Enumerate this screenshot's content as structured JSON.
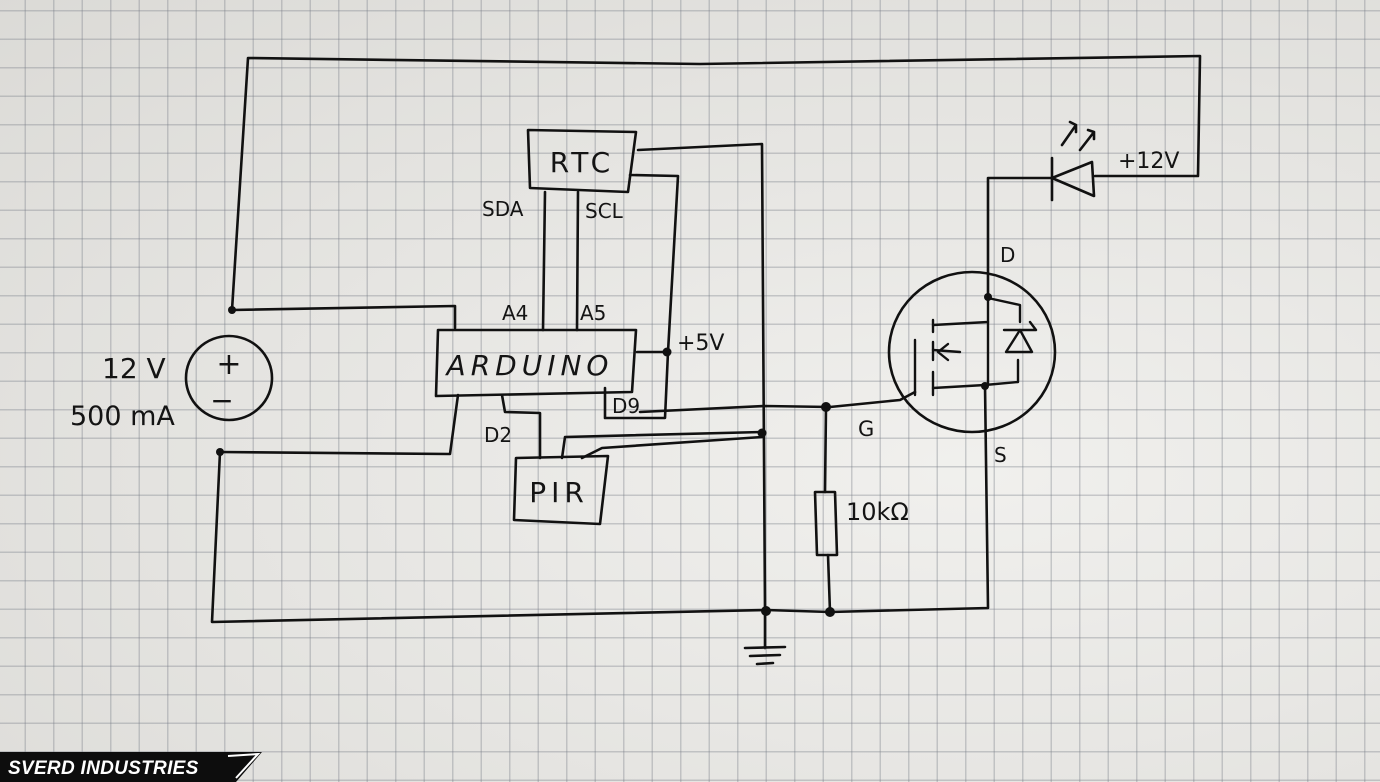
{
  "components": {
    "rtc": "RTC",
    "arduino": "ARDUINO",
    "pir": "PIR"
  },
  "pins": {
    "sda": "SDA",
    "scl": "SCL",
    "a4": "A4",
    "a5": "A5",
    "d2": "D2",
    "d9": "D9",
    "plus5v": "+5V"
  },
  "power_supply": {
    "voltage": "12 V",
    "current": "500 mA",
    "plus": "+",
    "minus": "−"
  },
  "led_supply": "+12V",
  "mosfet": {
    "drain": "D",
    "gate": "G",
    "source": "S"
  },
  "resistor": "10kΩ",
  "watermark": "SVERD INDUSTRIES"
}
